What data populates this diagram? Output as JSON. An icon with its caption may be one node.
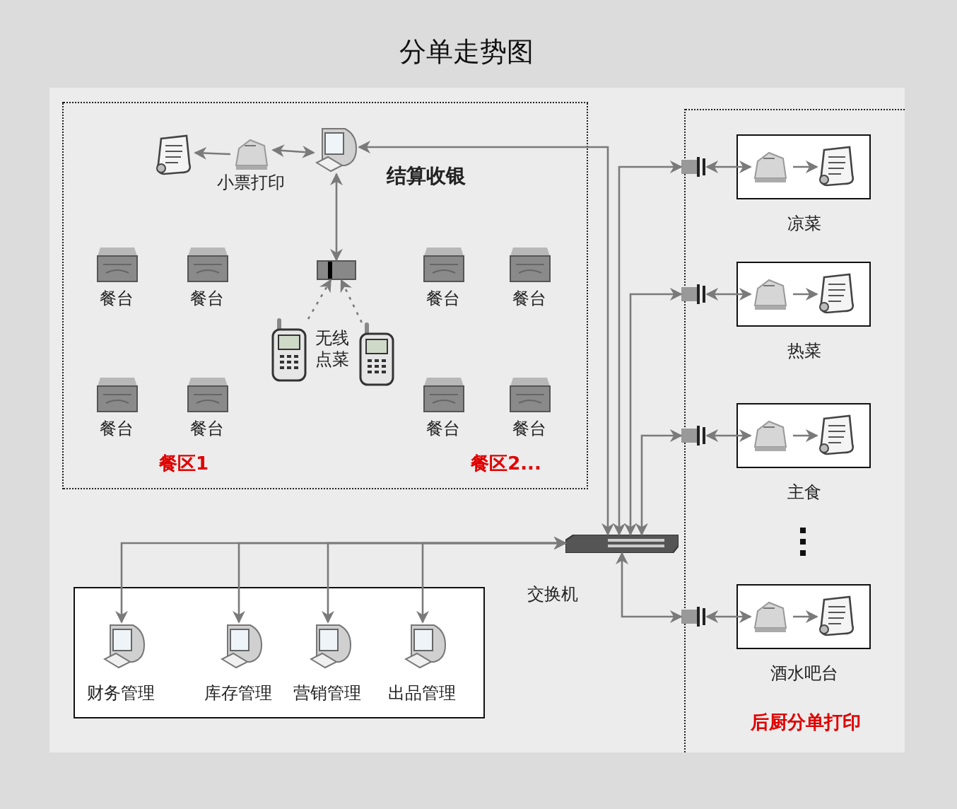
{
  "diagram": {
    "title": "分单走势图",
    "nodes": [
      {
        "text": [
          "餐区1",
          "餐区2..."
        ]
      },
      {
        "text": [],
        "shape": "picture",
        "in": 0
      },
      {
        "text": [
          "小票打印"
        ],
        "in": 0
      },
      {
        "text": [
          "结算收银"
        ],
        "in": 0
      },
      {
        "text": [],
        "shape": "picture",
        "in": 0
      },
      {
        "text": [],
        "shape": "picture",
        "in": 0
      },
      {
        "text": [],
        "shape": "picture",
        "in": 0
      },
      {
        "text": [
          "餐台"
        ],
        "in": 0
      },
      {
        "text": [
          "餐台"
        ],
        "in": 0
      },
      {
        "text": [
          "餐台"
        ],
        "in": 0
      },
      {
        "text": [
          "餐台"
        ],
        "in": 0
      },
      {
        "text": [
          "餐台"
        ],
        "in": 0
      },
      {
        "text": [
          "餐台"
        ],
        "in": 0
      },
      {
        "text": [
          "餐台"
        ],
        "in": 0
      },
      {
        "text": [
          "餐台"
        ],
        "in": 0
      },
      {
        "text": [
          "交换机"
        ]
      },
      {
        "text": [
          "后厨分单打印"
        ]
      },
      {
        "text": [],
        "shape": "picture",
        "in": 16
      },
      {
        "text": [
          "凉菜"
        ],
        "in": 16
      },
      {
        "text": [],
        "shape": "picture",
        "in": 18
      },
      {
        "text": [],
        "shape": "picture",
        "in": 18
      },
      {
        "text": [],
        "shape": "picture",
        "in": 16
      },
      {
        "text": [
          "热菜"
        ],
        "in": 16
      },
      {
        "text": [],
        "shape": "picture",
        "in": 22
      },
      {
        "text": [],
        "shape": "picture",
        "in": 22
      },
      {
        "text": [],
        "shape": "picture",
        "in": 16
      },
      {
        "text": [
          "主食"
        ],
        "in": 16
      },
      {
        "text": [],
        "shape": "picture",
        "in": 26
      },
      {
        "text": [],
        "shape": "picture",
        "in": 26
      },
      {
        "text": [],
        "shape": "picture",
        "in": 16
      },
      {
        "text": [
          "酒水吧台"
        ],
        "in": 16
      },
      {
        "text": [],
        "shape": "picture",
        "in": 30
      },
      {
        "text": [],
        "shape": "picture",
        "in": 30
      },
      {
        "text": [],
        "shape": "box"
      },
      {
        "text": [
          "财务管理"
        ],
        "in": 33
      },
      {
        "text": [
          "库存管理"
        ],
        "in": 33
      },
      {
        "text": [
          "营销管理"
        ],
        "in": 33
      },
      {
        "text": [
          "出品管理"
        ],
        "in": 33
      }
    ],
    "edges": [
      {
        "from": 2,
        "to": 1,
        "arrow": "to"
      },
      {
        "from": 2,
        "to": 3,
        "arrow": "both"
      },
      {
        "from": 15,
        "to": 3,
        "arrow": "both"
      },
      {
        "from": 3,
        "to": 4,
        "arrow": "both"
      },
      {
        "from": 5,
        "to": 4,
        "arrow": "to",
        "style": "dashed"
      },
      {
        "from": 6,
        "to": 4,
        "arrow": "to",
        "style": "dashed"
      },
      {
        "from": 15,
        "to": 17,
        "arrow": "both"
      },
      {
        "from": 15,
        "to": 21,
        "arrow": "both"
      },
      {
        "from": 15,
        "to": 25,
        "arrow": "both"
      },
      {
        "from": 15,
        "to": 29,
        "arrow": "both"
      },
      {
        "from": 17,
        "to": 19,
        "arrow": "both"
      },
      {
        "from": 19,
        "to": 20,
        "arrow": "to"
      },
      {
        "from": 21,
        "to": 23,
        "arrow": "both"
      },
      {
        "from": 23,
        "to": 24,
        "arrow": "to"
      },
      {
        "from": 25,
        "to": 27,
        "arrow": "both"
      },
      {
        "from": 27,
        "to": 28,
        "arrow": "to"
      },
      {
        "from": 29,
        "to": 31,
        "arrow": "both"
      },
      {
        "from": 31,
        "to": 32,
        "arrow": "to"
      },
      {
        "from": 15,
        "to": 34,
        "arrow": "both"
      },
      {
        "from": 15,
        "to": 35,
        "arrow": "both"
      },
      {
        "from": 15,
        "to": 36,
        "arrow": "both"
      },
      {
        "from": 15,
        "to": 37,
        "arrow": "both"
      }
    ],
    "labels": [
      "无线点菜"
    ]
  }
}
